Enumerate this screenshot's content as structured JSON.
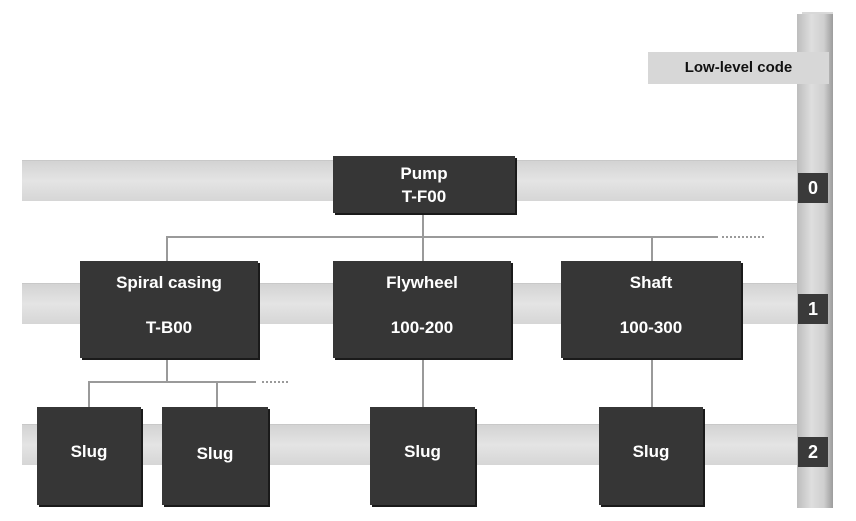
{
  "legend": {
    "title": "Low-level code"
  },
  "levels": [
    "0",
    "1",
    "2"
  ],
  "nodes": {
    "pump": {
      "name": "Pump",
      "code": "T-F00"
    },
    "spiral_casing": {
      "name": "Spiral casing",
      "code": "T-B00"
    },
    "flywheel": {
      "name": "Flywheel",
      "code": "100-200"
    },
    "shaft": {
      "name": "Shaft",
      "code": "100-300"
    },
    "slug_1": {
      "name": "Slug"
    },
    "slug_2": {
      "name": "Slug"
    },
    "slug_3": {
      "name": "Slug"
    },
    "slug_4": {
      "name": "Slug"
    }
  }
}
